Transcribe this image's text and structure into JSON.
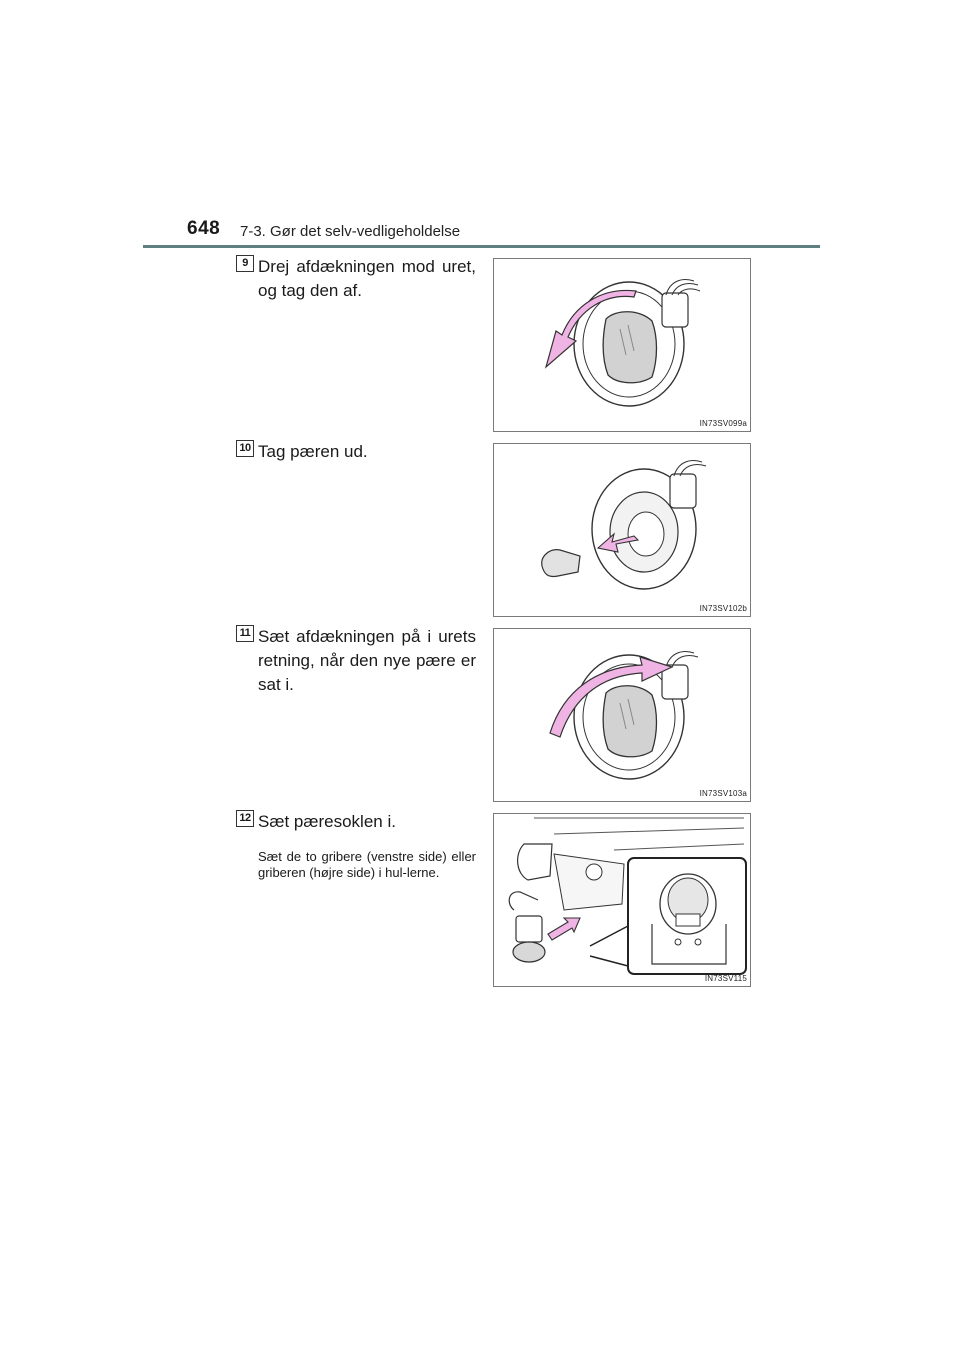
{
  "header": {
    "page_number": "648",
    "section_title": "7-3. Gør det selv-vedligeholdelse"
  },
  "steps": [
    {
      "number": "9",
      "text": "Drej afdækningen mod uret, og tag den af.",
      "figure_code": "IN73SV099a"
    },
    {
      "number": "10",
      "text": "Tag pæren ud.",
      "figure_code": "IN73SV102b"
    },
    {
      "number": "11",
      "text": "Sæt afdækningen på i urets retning, når den nye pære er sat i.",
      "figure_code": "IN73SV103a"
    },
    {
      "number": "12",
      "text": "Sæt pæresoklen i.",
      "note": "Sæt de to gribere (venstre side) eller griberen (højre side) i hul-lerne.",
      "figure_code": "IN73SV115"
    }
  ],
  "colors": {
    "accent_arrow": "#f0b4e4",
    "header_rule": "#5f7f80"
  }
}
